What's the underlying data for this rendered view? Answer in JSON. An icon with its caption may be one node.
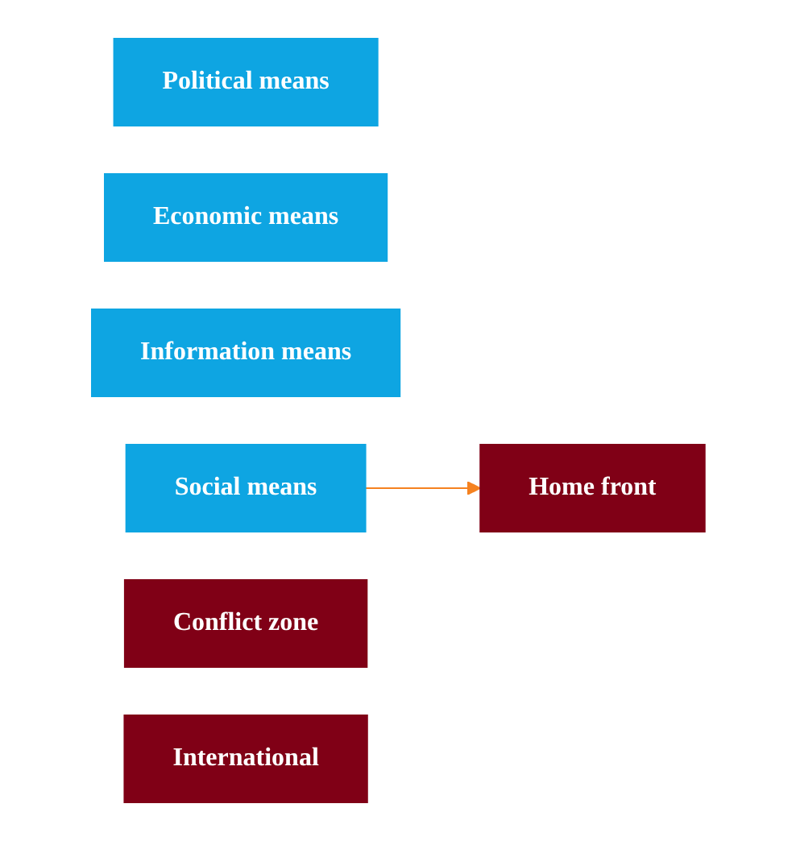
{
  "diagram": {
    "nodes": [
      {
        "text": [
          "Political means"
        ]
      },
      {
        "text": [
          "Economic means"
        ]
      },
      {
        "text": [
          "Information means"
        ]
      },
      {
        "text": [
          "Social means"
        ]
      },
      {
        "text": [
          "Conflict zone"
        ]
      },
      {
        "text": [
          "Home front"
        ]
      },
      {
        "text": [
          "International"
        ]
      }
    ],
    "edges": [
      {
        "from": 3,
        "to": 5,
        "arrow": "to",
        "color": "#f58220"
      }
    ]
  }
}
